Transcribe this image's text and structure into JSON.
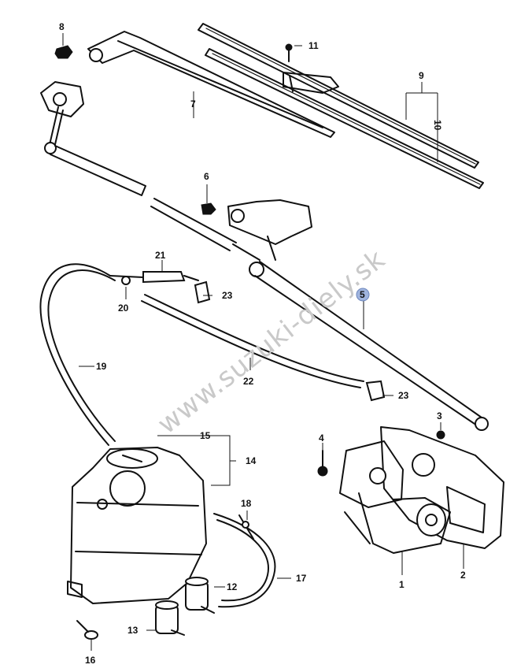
{
  "watermark": "www.suzuki-diely.sk",
  "callouts": {
    "p1": "1",
    "p2": "2",
    "p3": "3",
    "p4": "4",
    "p5": "5",
    "p6": "6",
    "p7": "7",
    "p8": "8",
    "p9": "9",
    "p10": "10",
    "p11": "11",
    "p12": "12",
    "p13": "13",
    "p14": "14",
    "p15": "15",
    "p16": "16",
    "p17": "17",
    "p18": "18",
    "p19": "19",
    "p20": "20",
    "p21": "21",
    "p22": "22",
    "p23a": "23",
    "p23b": "23"
  },
  "highlighted_part": "5"
}
